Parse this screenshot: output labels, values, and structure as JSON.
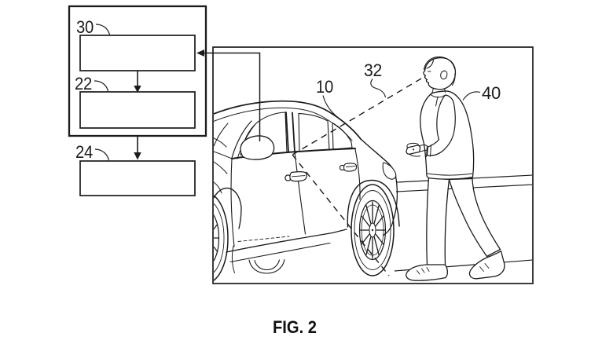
{
  "figure": {
    "caption": "FIG. 2"
  },
  "palette": {
    "ink": "#1b1b1b",
    "paper": "#ffffff"
  },
  "block_diagram": {
    "blocks": [
      {
        "ref": "30"
      },
      {
        "ref": "22"
      },
      {
        "ref": "24"
      }
    ]
  },
  "scene": {
    "vehicle_ref": "10",
    "signal_ref": "32",
    "person_ref": "40"
  }
}
